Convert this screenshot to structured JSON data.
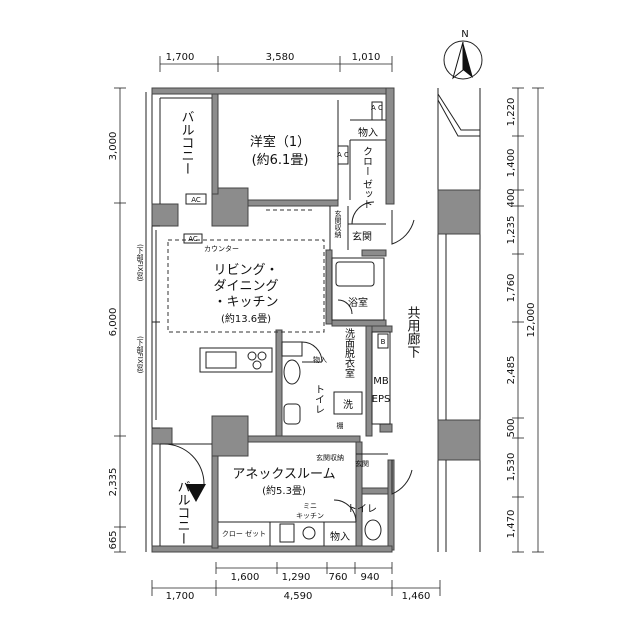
{
  "dimensions": {
    "top": [
      "1,700",
      "3,580",
      "1,010"
    ],
    "bottom_inner": [
      "1,600",
      "1,290",
      "760",
      "940"
    ],
    "bottom_outer": [
      "1,700",
      "4,590",
      "1,460"
    ],
    "left": [
      "3,000",
      "6,000",
      "2,335",
      "665"
    ],
    "right_inner": [
      "1,220",
      "1,400",
      "400",
      "1,235",
      "1,760",
      "2,485",
      "500",
      "1,530",
      "1,470"
    ],
    "right_total": "12,000"
  },
  "compass": {
    "label": "N"
  },
  "rooms": {
    "balcony_top": "バルコニー",
    "western_room": "洋室（1）",
    "western_room_size": "(約6.1畳)",
    "closet_top_v": "クロー ゼット",
    "storage_top": "物入",
    "entrance_storage": "玄関収納",
    "entrance": "玄関",
    "counter": "カウンター",
    "ldk_line1": "リビング・",
    "ldk_line2": "ダイニング",
    "ldk_line3": "・キッチン",
    "ldk_size": "(約13.6畳)",
    "bathroom": "浴室",
    "washroom": "洗面脱衣室",
    "storage_mid": "物入",
    "toilet": "トイレ",
    "wash": "洗",
    "shelf": "棚",
    "mb": "MB",
    "eps": "EPS",
    "corridor": "共用廊下",
    "window_left_1": "(下部FIX窓)",
    "window_left_2": "(下部FIX窓)",
    "annex": "アネックスルーム",
    "annex_size": "(約5.3畳)",
    "annex_entrance_storage": "玄関収納",
    "annex_entrance": "玄関",
    "mini_kitchen_1": "ミニ",
    "mini_kitchen_2": "キッチン",
    "annex_toilet": "トイレ",
    "annex_storage": "物入",
    "annex_closet": "クロー ゼット",
    "balcony_bottom": "バルコニー",
    "ac": "AC",
    "ac_v": "A C",
    "bath_b": "B"
  }
}
